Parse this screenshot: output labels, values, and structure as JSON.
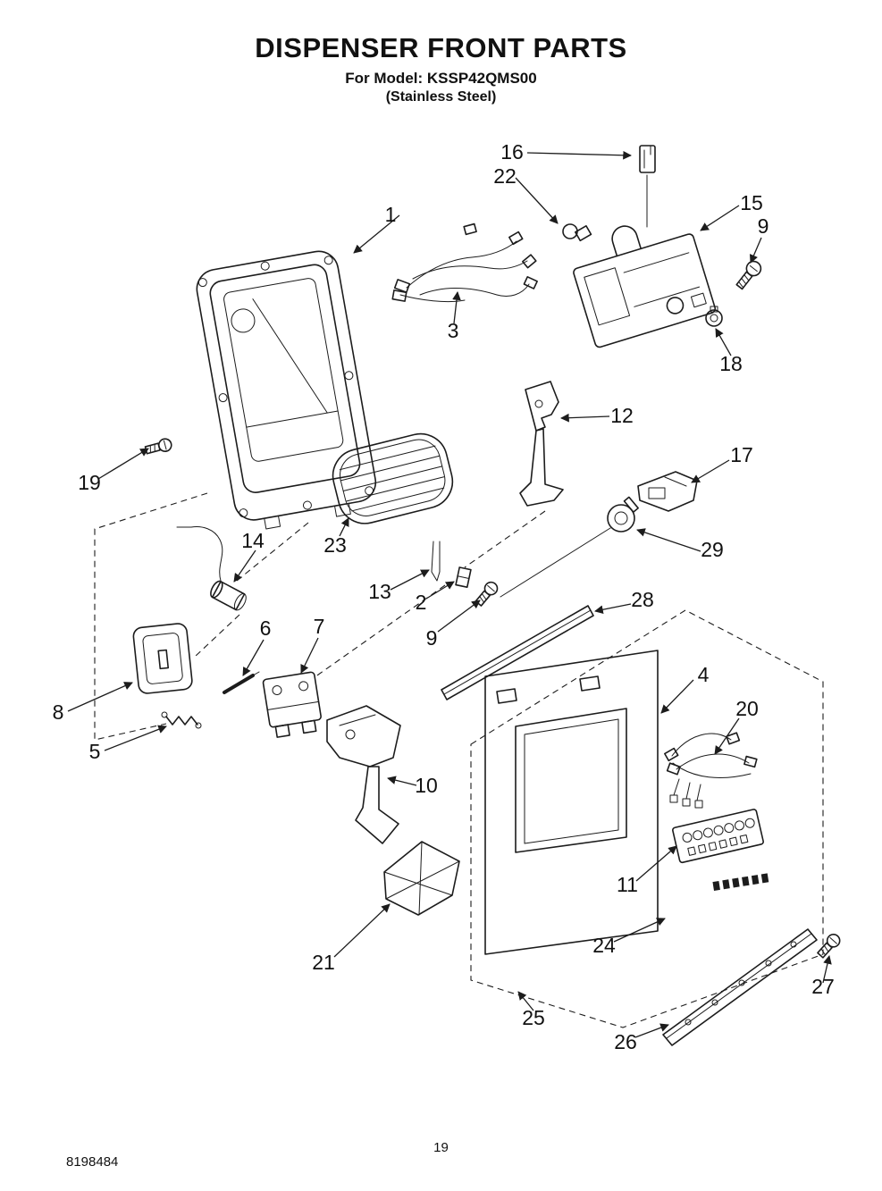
{
  "page": {
    "title": "DISPENSER FRONT PARTS",
    "model_line": "For Model: KSSP42QMS00",
    "material_line": "(Stainless Steel)",
    "doc_number": "8198484",
    "page_number": "19"
  },
  "callouts": {
    "c1": "1",
    "c2": "2",
    "c3": "3",
    "c4": "4",
    "c5": "5",
    "c6": "6",
    "c7": "7",
    "c8": "8",
    "c9a": "9",
    "c9b": "9",
    "c10": "10",
    "c11": "11",
    "c12": "12",
    "c13": "13",
    "c14": "14",
    "c15": "15",
    "c16": "16",
    "c17": "17",
    "c18": "18",
    "c19": "19",
    "c20": "20",
    "c21": "21",
    "c22": "22",
    "c23": "23",
    "c24": "24",
    "c25": "25",
    "c26": "26",
    "c27": "27",
    "c28": "28",
    "c29": "29"
  }
}
